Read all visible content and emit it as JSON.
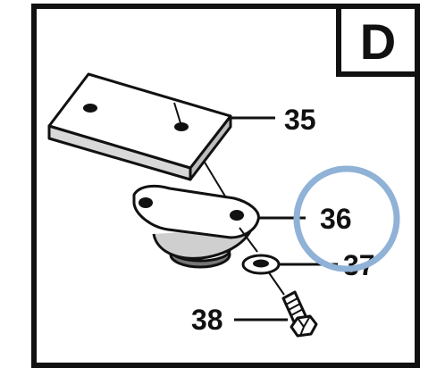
{
  "panel": {
    "letter": "D"
  },
  "callouts": [
    {
      "label": "35",
      "part": "mounting-plate"
    },
    {
      "label": "36",
      "part": "rubber-mount-bracket",
      "highlighted": true
    },
    {
      "label": "37",
      "part": "washer"
    },
    {
      "label": "38",
      "part": "bolt"
    }
  ],
  "colors": {
    "ink": "#111111",
    "highlight_ring": "#8fb2d6",
    "background": "#ffffff"
  }
}
